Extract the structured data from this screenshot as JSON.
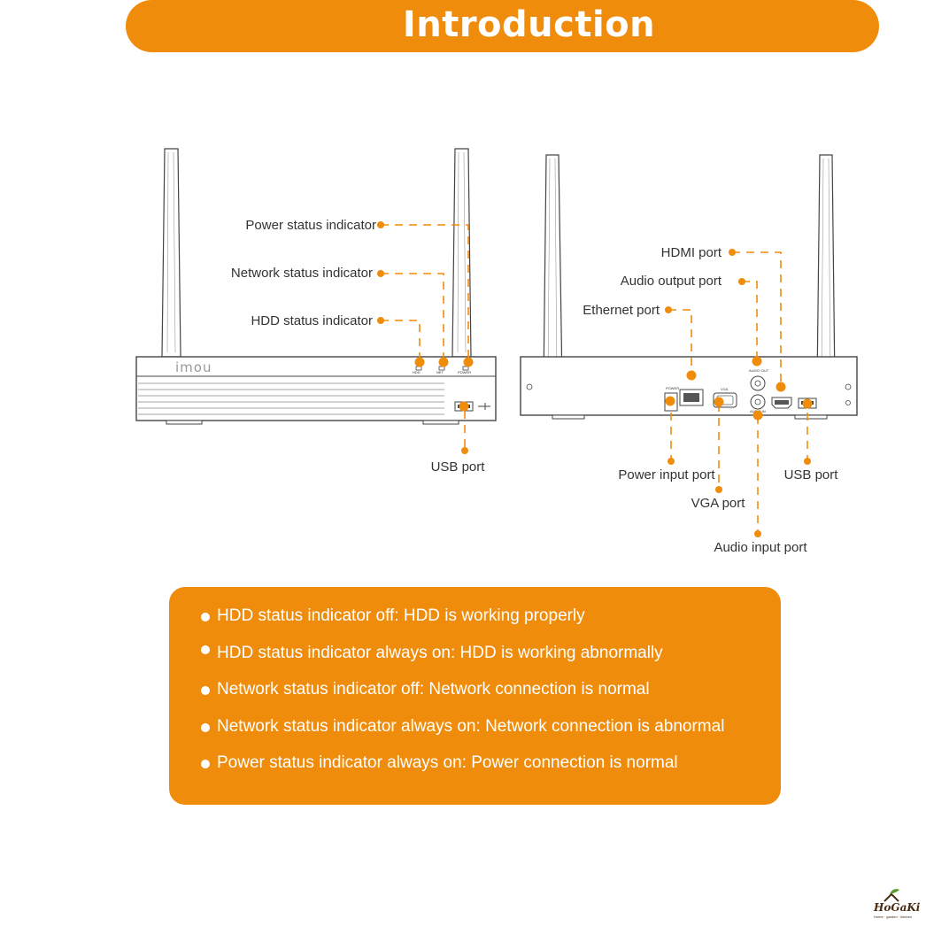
{
  "page": {
    "title": "Introduction"
  },
  "colors": {
    "accent": "#f08c0c",
    "text": "#333333",
    "device_stroke": "#444444"
  },
  "front_panel": {
    "logo": "imou",
    "led_labels": [
      "HDD",
      "NET",
      "POWER"
    ],
    "callouts": {
      "power": "Power status indicator",
      "network": "Network status indicator",
      "hdd": "HDD status indicator",
      "usb": "USB port"
    }
  },
  "back_panel": {
    "port_labels": {
      "vga": "VGA",
      "audio_out": "AUDIO OUT",
      "audio_in": "AUDIO IN",
      "power": "POWER"
    },
    "callouts": {
      "hdmi": "HDMI port",
      "audio_output": "Audio output port",
      "ethernet": "Ethernet port",
      "power_input": "Power input port",
      "vga": "VGA port",
      "usb": "USB port",
      "audio_input": "Audio input port"
    }
  },
  "status_notes": [
    "HDD status indicator off: HDD is working properly",
    "HDD status indicator always on: HDD is working abnormally",
    "Network status indicator off: Network connection is normal",
    "Network status indicator always on: Network connection is abnormal",
    "Power status indicator always on: Power connection is normal"
  ],
  "brand": {
    "name": "HoGaKi",
    "tagline": "Home · garden · kitchen",
    "icon": "house-leaf-icon"
  }
}
